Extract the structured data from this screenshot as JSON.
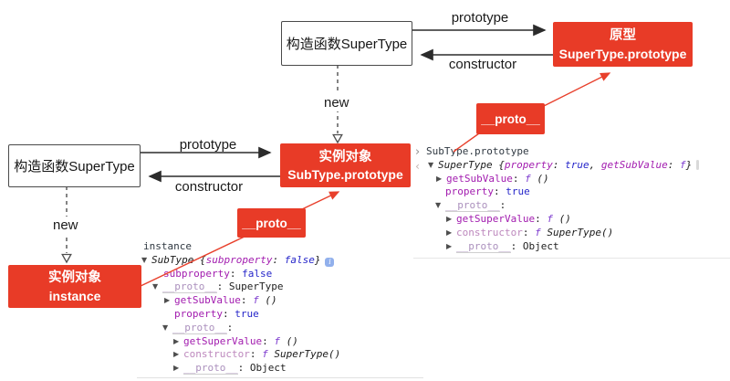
{
  "colors": {
    "accent_red": "#e83b27",
    "arrow_black": "#2b2b2b",
    "arrow_red": "#e8402c",
    "console_name": "#a21caf",
    "console_value": "#2525c9",
    "console_function": "#7d3bcf",
    "console_dim_name": "#bd88bd",
    "console_proto": "#ab90bd",
    "console_expr": "#303942",
    "info_icon_bg": "#91b0ec"
  },
  "diagram": {
    "boxes": {
      "ctor_top": "构造函数SuperType",
      "proto_top": [
        "原型",
        "SuperType.prototype"
      ],
      "ctor_left": "构造函数SuperType",
      "subproto": [
        "实例对象",
        "SubType.prototype"
      ],
      "instance": [
        "实例对象",
        "instance"
      ]
    },
    "proto_labels": {
      "right": "__proto__",
      "bottom": "__proto__"
    },
    "edge_labels": {
      "prototype_top": "prototype",
      "constructor_top": "constructor",
      "new_top": "new",
      "prototype_left": "prototype",
      "constructor_left": "constructor",
      "new_left": "new"
    }
  },
  "consoles": {
    "icons": {
      "exp": "▼",
      "col": "▶",
      "chev": "›",
      "ret": "‹",
      "info": "i"
    },
    "bottom": {
      "lines": [
        {
          "ind": 5,
          "toks": [
            [
              "expr",
              "instance"
            ]
          ]
        },
        {
          "ind": 3,
          "tw": "exp",
          "info": "blue",
          "toks": [
            [
              "obj",
              "SubType "
            ],
            [
              "brace",
              "{"
            ],
            [
              "namei",
              "subproperty"
            ],
            [
              "plaini",
              ": "
            ],
            [
              "vali",
              "false"
            ],
            [
              "brace",
              "}"
            ]
          ]
        },
        {
          "ind": 27,
          "toks": [
            [
              "name",
              "subproperty"
            ],
            [
              "plain",
              ": "
            ],
            [
              "val",
              "false"
            ]
          ]
        },
        {
          "ind": 15,
          "tw": "exp",
          "toks": [
            [
              "proto",
              "__proto__"
            ],
            [
              "plain",
              ": SuperType"
            ]
          ]
        },
        {
          "ind": 28,
          "tw": "col",
          "toks": [
            [
              "name",
              "getSubValue"
            ],
            [
              "plain",
              ": "
            ],
            [
              "fn",
              "f"
            ],
            [
              "sig",
              " ()"
            ]
          ]
        },
        {
          "ind": 39,
          "toks": [
            [
              "name",
              "property"
            ],
            [
              "plain",
              ": "
            ],
            [
              "val",
              "true"
            ]
          ]
        },
        {
          "ind": 26,
          "tw": "exp",
          "toks": [
            [
              "proto",
              "__proto__"
            ],
            [
              "plain",
              ":"
            ]
          ]
        },
        {
          "ind": 38,
          "tw": "col",
          "toks": [
            [
              "name",
              "getSuperValue"
            ],
            [
              "plain",
              ": "
            ],
            [
              "fn",
              "f"
            ],
            [
              "sig",
              " ()"
            ]
          ]
        },
        {
          "ind": 38,
          "tw": "col",
          "toks": [
            [
              "dim",
              "constructor"
            ],
            [
              "plain",
              ": "
            ],
            [
              "fn",
              "f"
            ],
            [
              "sig",
              " SuperType()"
            ]
          ]
        },
        {
          "ind": 38,
          "tw": "col",
          "toks": [
            [
              "proto",
              "__proto__"
            ],
            [
              "plain",
              ": Object"
            ]
          ]
        }
      ]
    },
    "right": {
      "lines": [
        {
          "ind": 0,
          "tw": "chev",
          "toks": [
            [
              "expr",
              "SubType.prototype"
            ]
          ]
        },
        {
          "ind": 14,
          "tw": "exp",
          "ret": true,
          "info": "faint",
          "toks": [
            [
              "obj",
              "SuperType "
            ],
            [
              "brace",
              "{"
            ],
            [
              "namei",
              "property"
            ],
            [
              "plaini",
              ": "
            ],
            [
              "vali",
              "true"
            ],
            [
              "plaini",
              ", "
            ],
            [
              "namei",
              "getSubValue"
            ],
            [
              "plaini",
              ": "
            ],
            [
              "fn",
              "f"
            ],
            [
              "brace",
              "}"
            ]
          ]
        },
        {
          "ind": 23,
          "tw": "col",
          "toks": [
            [
              "name",
              "getSubValue"
            ],
            [
              "plain",
              ": "
            ],
            [
              "fn",
              "f"
            ],
            [
              "sig",
              " ()"
            ]
          ]
        },
        {
          "ind": 33,
          "toks": [
            [
              "name",
              "property"
            ],
            [
              "plain",
              ": "
            ],
            [
              "val",
              "true"
            ]
          ]
        },
        {
          "ind": 22,
          "tw": "exp",
          "toks": [
            [
              "proto",
              "__proto__"
            ],
            [
              "plain",
              ":"
            ]
          ]
        },
        {
          "ind": 34,
          "tw": "col",
          "toks": [
            [
              "name",
              "getSuperValue"
            ],
            [
              "plain",
              ": "
            ],
            [
              "fn",
              "f"
            ],
            [
              "sig",
              " ()"
            ]
          ]
        },
        {
          "ind": 34,
          "tw": "col",
          "toks": [
            [
              "dim",
              "constructor"
            ],
            [
              "plain",
              ": "
            ],
            [
              "fn",
              "f"
            ],
            [
              "sig",
              " SuperType()"
            ]
          ]
        },
        {
          "ind": 34,
          "tw": "col",
          "toks": [
            [
              "proto",
              "__proto__"
            ],
            [
              "plain",
              ": Object"
            ]
          ]
        }
      ]
    }
  }
}
